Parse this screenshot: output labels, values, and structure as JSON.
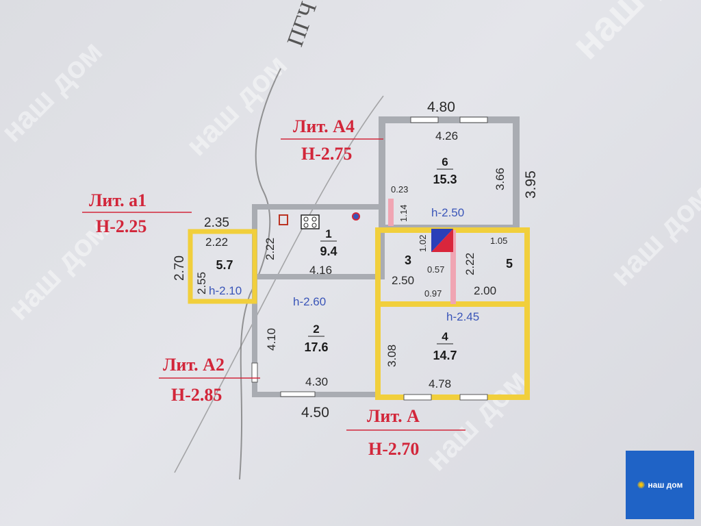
{
  "logo": {
    "text": "наш дом",
    "icon": "sun-house-icon",
    "bg_color": "#1f63c6",
    "icon_color": "#f4c20d"
  },
  "watermark": {
    "text": "наш дом"
  },
  "handwriting": "ПГЧ",
  "liters": {
    "a4": {
      "title": "Лит. А4",
      "height": "Н-2.75"
    },
    "a1": {
      "title": "Лит. а1",
      "height": "Н-2.25"
    },
    "a2": {
      "title": "Лит. А2",
      "height": "Н-2.85"
    },
    "a": {
      "title": "Лит. А",
      "height": "Н-2.70"
    }
  },
  "rooms": {
    "r6": {
      "num": "6",
      "area": "15.3"
    },
    "r1": {
      "num": "1",
      "area": "9.4"
    },
    "r2": {
      "num": "2",
      "area": "17.6"
    },
    "r3": {
      "num": "3"
    },
    "r4": {
      "num": "4",
      "area": "14.7"
    },
    "r5": {
      "num": "5"
    },
    "ra1": {
      "area": "5.7"
    }
  },
  "heights": {
    "h250": "h-2.50",
    "h260": "h-2.60",
    "h210": "h-2.10",
    "h245": "h-2.45"
  },
  "dims": {
    "d480": "4.80",
    "d426": "4.26",
    "d366": "3.66",
    "d395": "3.95",
    "d023": "0.23",
    "d114": "1.14",
    "d235": "2.35",
    "d222a": "2.22",
    "d270": "2.70",
    "d255": "2.55",
    "d222b": "2.22",
    "d416": "4.16",
    "d102": "1.02",
    "d057": "0.57",
    "d105": "1.05",
    "d222c": "2.22",
    "d250": "2.50",
    "d097": "0.97",
    "d200": "2.00",
    "d410": "4.10",
    "d308": "3.08",
    "d430": "4.30",
    "d478": "4.78",
    "d450": "4.50"
  },
  "colors": {
    "wall_gray": "#a9acb2",
    "wall_yellow": "#f1cf3c",
    "wall_pink": "#f0a5b3",
    "red_text": "#d2263a",
    "blue_text": "#3a55b8",
    "stair_red": "#d9263c",
    "stair_blue": "#2a3fb8"
  }
}
